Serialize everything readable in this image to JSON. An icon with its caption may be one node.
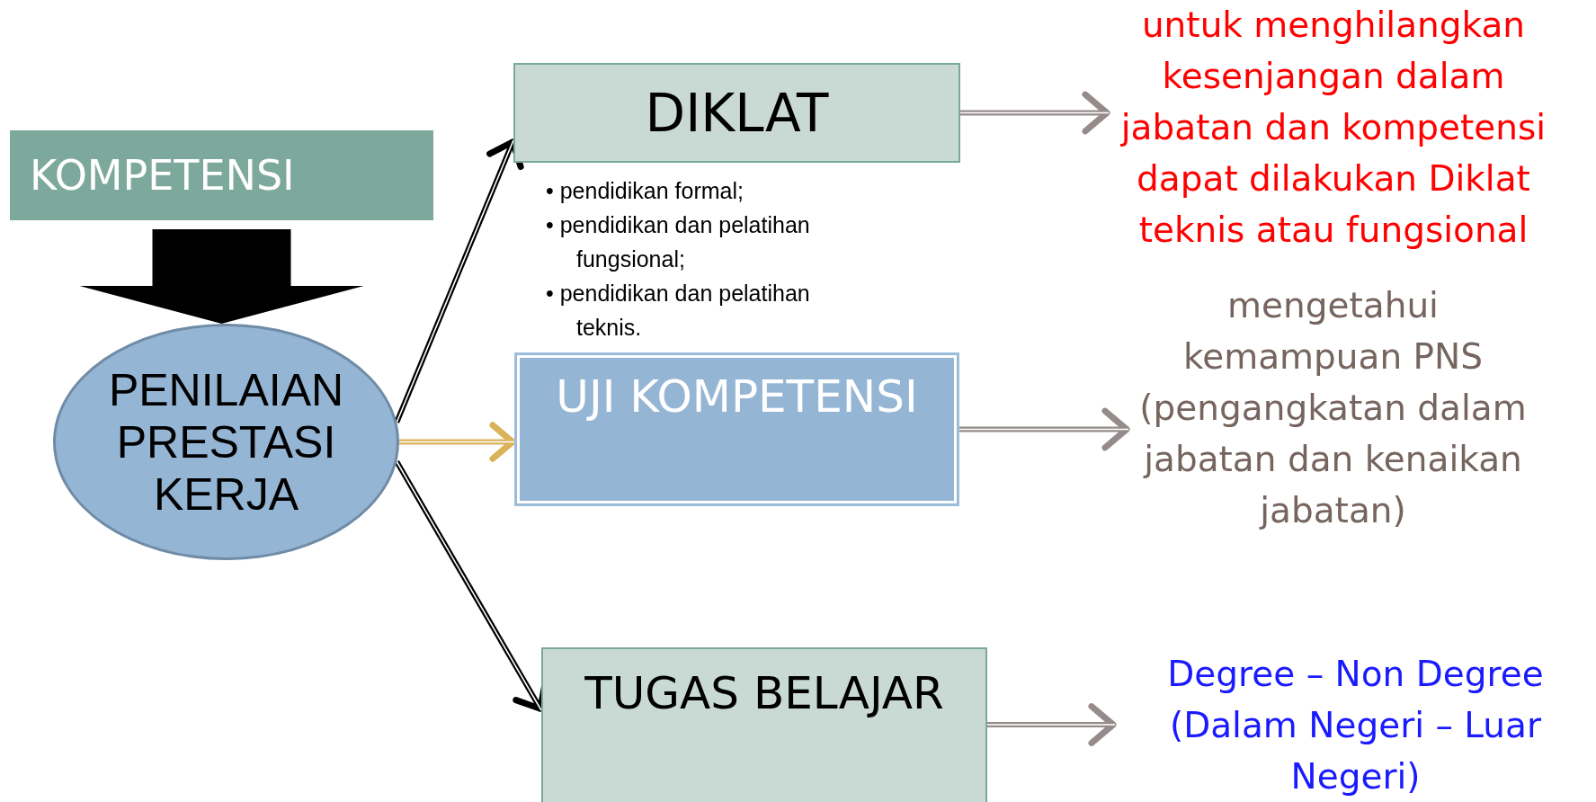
{
  "diagram": {
    "nodes": [
      {
        "text": [
          "KOMPETENSI"
        ]
      },
      {
        "text": [
          "PENILAIAN PRESTASI KERJA"
        ]
      },
      {
        "text": [
          "DIKLAT"
        ],
        "beside": [
          "• pendidikan formal;",
          "• pendidikan dan pelatihan fungsional;",
          "• pendidikan dan pelatihan teknis."
        ]
      },
      {
        "text": [
          "UJI KOMPETENSI"
        ]
      },
      {
        "text": [
          "TUGAS BELAJAR"
        ]
      },
      {
        "text": [
          "untuk menghilangkan kesenjangan dalam jabatan dan kompetensi dapat dilakukan Diklat teknis atau fungsional"
        ]
      },
      {
        "text": [
          "mengetahui kemampuan PNS (pengangkatan dalam jabatan dan kenaikan jabatan)"
        ]
      },
      {
        "text": [
          "Degree – Non Degree (Dalam Negeri – Luar Negeri)"
        ]
      }
    ],
    "edges": [
      {
        "from": 0,
        "to": 1,
        "arrow": "to",
        "style": "thick",
        "color": "#000000"
      },
      {
        "from": 1,
        "to": 2,
        "arrow": "to",
        "color": "#000000"
      },
      {
        "from": 1,
        "to": 3,
        "arrow": "to",
        "color": "#d9b25a"
      },
      {
        "from": 1,
        "to": 4,
        "arrow": "to",
        "color": "#000000"
      },
      {
        "from": 2,
        "to": 5,
        "arrow": "to",
        "color": "#968b8b"
      },
      {
        "from": 3,
        "to": 6,
        "arrow": "to",
        "color": "#968b8b"
      },
      {
        "from": 4,
        "to": 7,
        "arrow": "to",
        "color": "#968b8b"
      }
    ]
  }
}
